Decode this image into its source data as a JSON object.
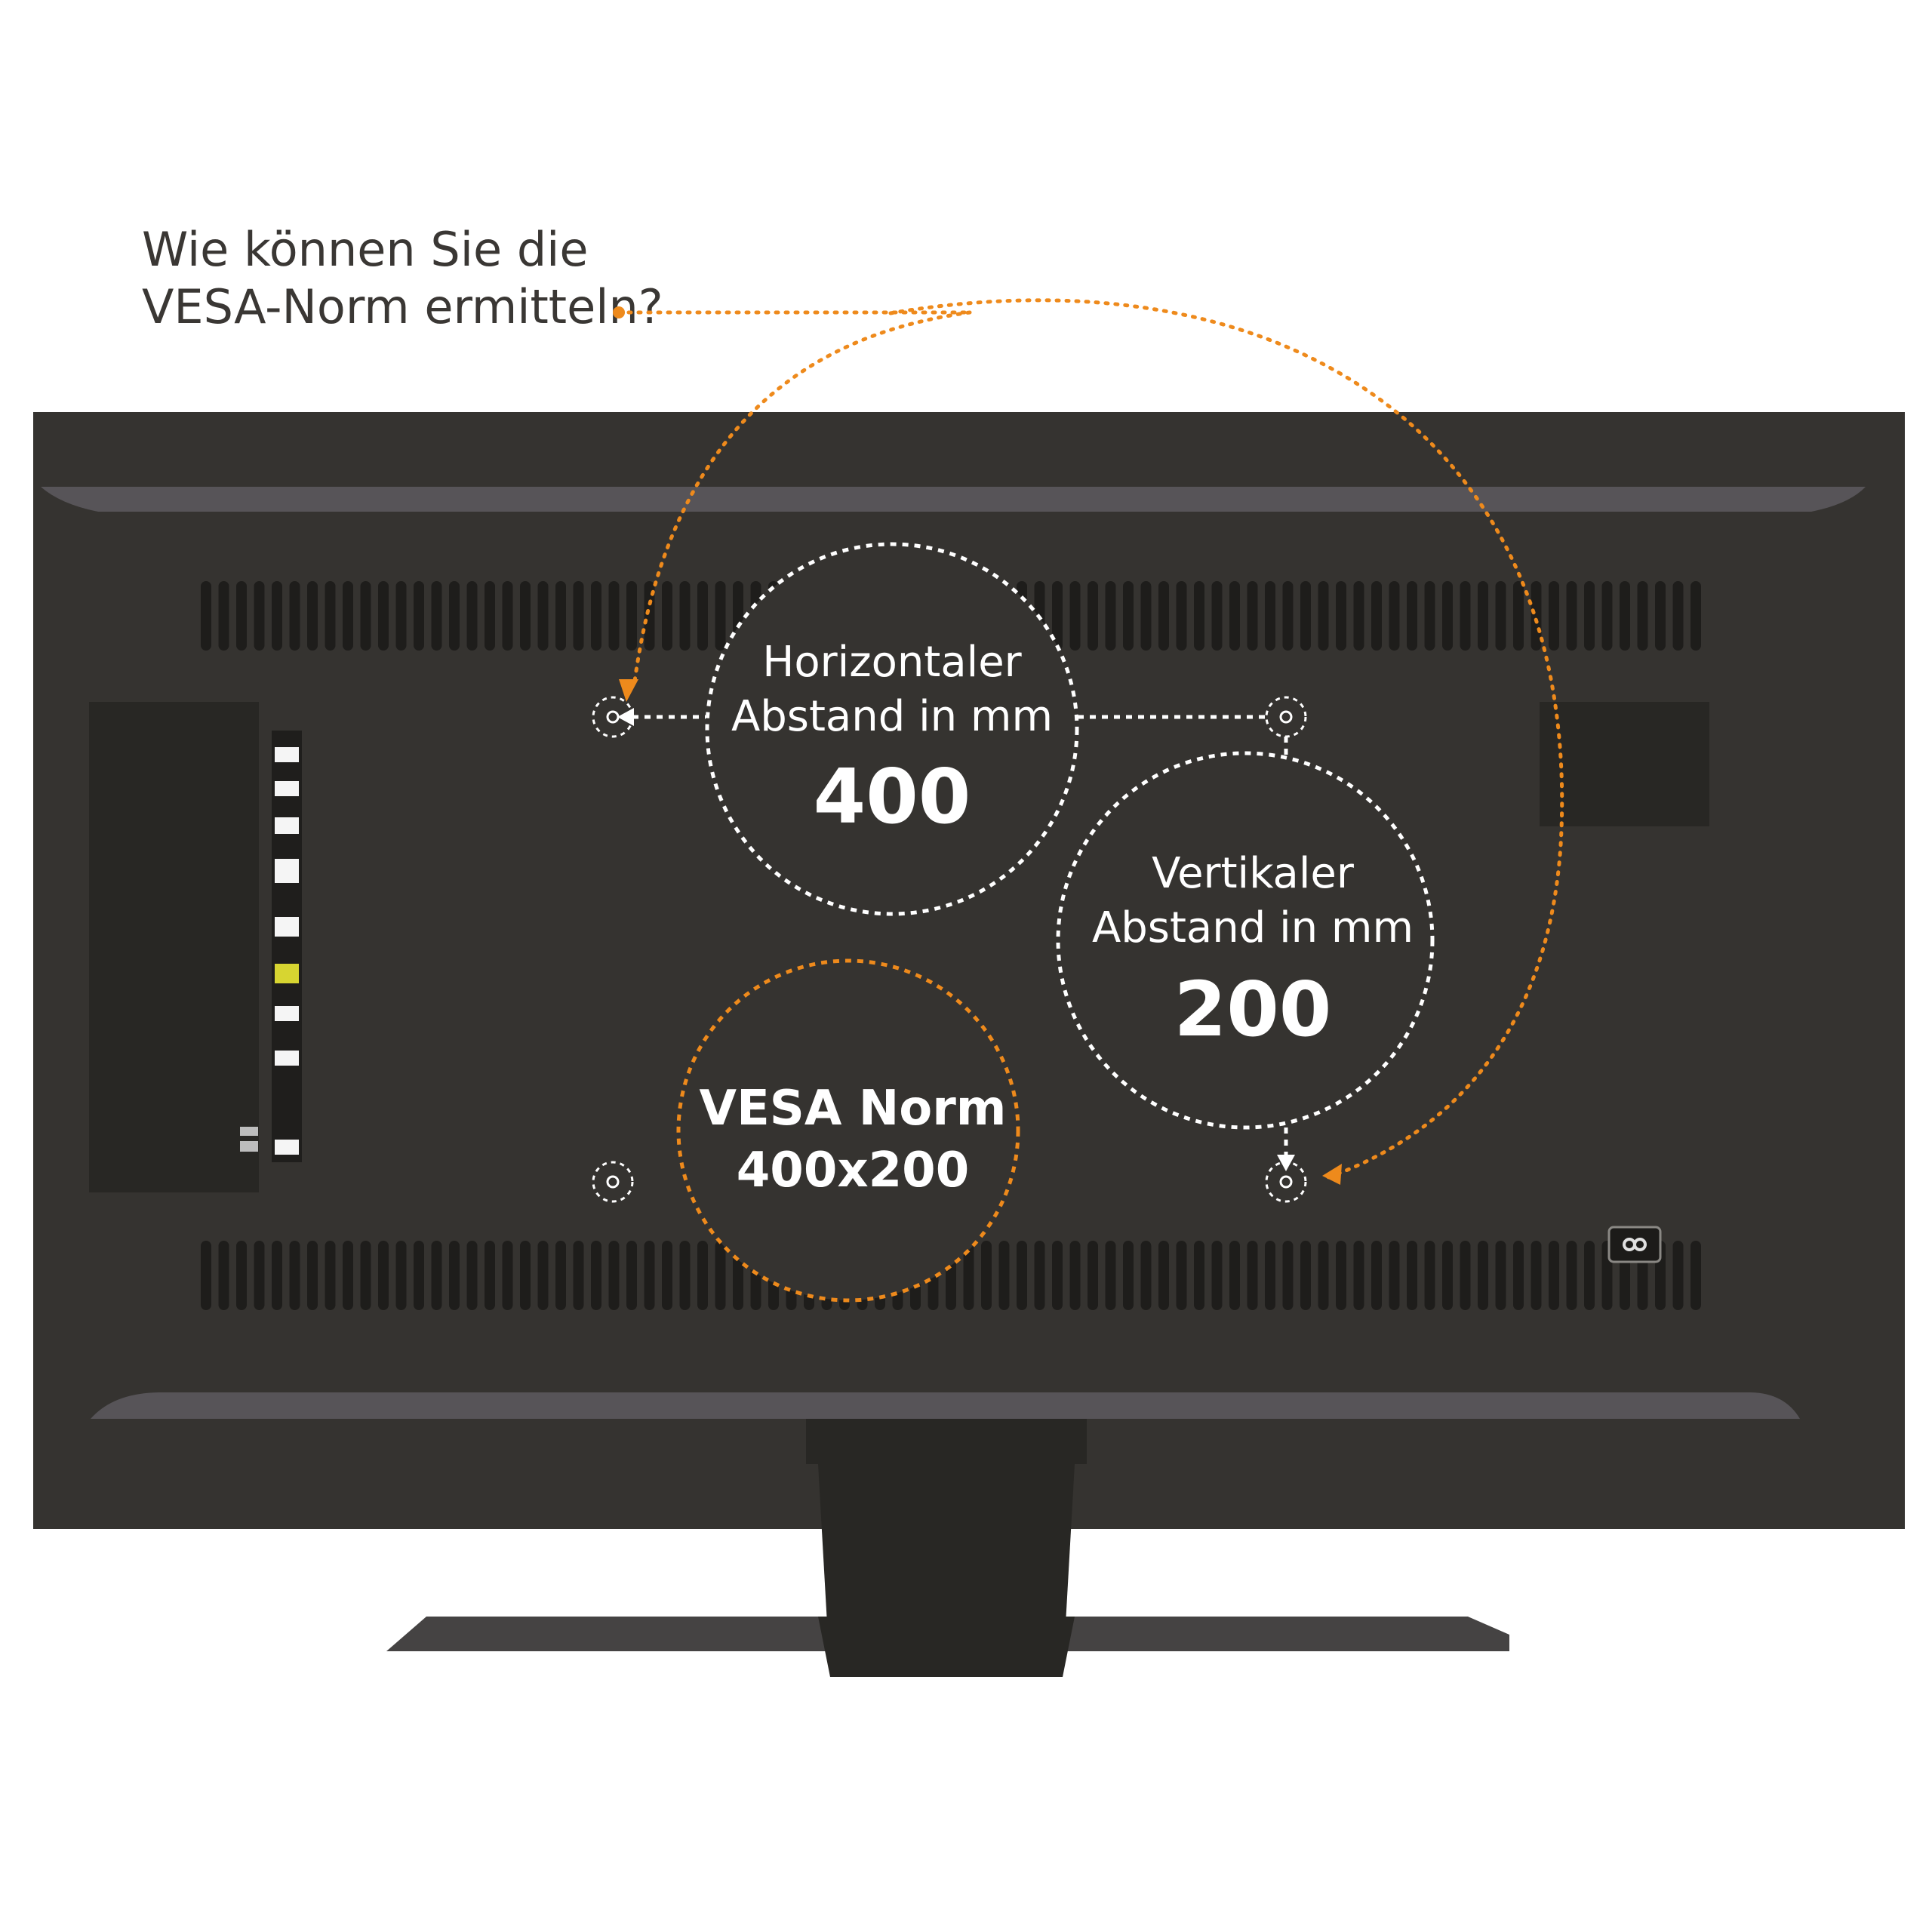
{
  "question": {
    "line1": "Wie können Sie die",
    "line2": "VESA-Norm ermitteln?"
  },
  "horizontal": {
    "line1": "Horizontaler",
    "line2": "Abstand in mm",
    "value": "400"
  },
  "vertical": {
    "line1": "Vertikaler",
    "line2": "Abstand in mm",
    "value": "200"
  },
  "vesa": {
    "line1": "VESA Norm",
    "line2": "400x200"
  },
  "colors": {
    "accent": "#ee8a1c",
    "tv_body": "#353330",
    "tv_panel": "#282724",
    "bezel": "#575458",
    "dash_white": "#ffffff",
    "port_yellow": "#d7d531"
  }
}
